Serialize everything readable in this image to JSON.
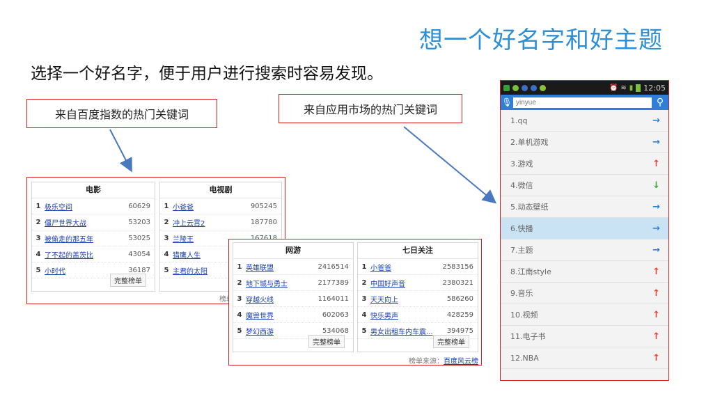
{
  "slide": {
    "title": "想一个好名字和好主题",
    "subtitle": "选择一个好名字，便于用户进行搜索时容易发现。"
  },
  "callouts": {
    "baidu": "来自百度指数的热门关键词",
    "market": "来自应用市场的热门关键词"
  },
  "colors": {
    "accent": "#2e8fd6",
    "frame": "#d02020",
    "up": "#e8432f",
    "down": "#39a832",
    "right": "#2f7fd8"
  },
  "panel1": {
    "movies": {
      "title": "电影",
      "rows": [
        {
          "rank": "1",
          "kw": "极乐空间",
          "val": "60629"
        },
        {
          "rank": "2",
          "kw": "僵尸世界大战",
          "val": "53203"
        },
        {
          "rank": "3",
          "kw": "被偷走的那五年",
          "val": "53025"
        },
        {
          "rank": "4",
          "kw": "了不起的盖茨比",
          "val": "43054"
        },
        {
          "rank": "5",
          "kw": "小时代",
          "val": "36187"
        }
      ],
      "full_label": "完整榜单"
    },
    "tv": {
      "title": "电视剧",
      "rows": [
        {
          "rank": "1",
          "kw": "小爸爸",
          "val": "905245"
        },
        {
          "rank": "2",
          "kw": "冲上云霄2",
          "val": "187780"
        },
        {
          "rank": "3",
          "kw": "兰陵王",
          "val": "167618"
        },
        {
          "rank": "4",
          "kw": "猎鹰人生",
          "val": ""
        },
        {
          "rank": "5",
          "kw": "主君的太阳",
          "val": ""
        }
      ],
      "source_partial": "榜单"
    }
  },
  "panel2": {
    "games": {
      "title": "网游",
      "rows": [
        {
          "rank": "1",
          "kw": "英雄联盟",
          "val": "2416514"
        },
        {
          "rank": "2",
          "kw": "地下城与勇士",
          "val": "2177389"
        },
        {
          "rank": "3",
          "kw": "穿越火线",
          "val": "1164011"
        },
        {
          "rank": "4",
          "kw": "魔兽世界",
          "val": "602063"
        },
        {
          "rank": "5",
          "kw": "梦幻西游",
          "val": "534068"
        }
      ],
      "full_label": "完整榜单"
    },
    "week": {
      "title": "七日关注",
      "rows": [
        {
          "rank": "1",
          "kw": "小爸爸",
          "val": "2583156"
        },
        {
          "rank": "2",
          "kw": "中国好声音",
          "val": "2380321"
        },
        {
          "rank": "3",
          "kw": "天天向上",
          "val": "586260"
        },
        {
          "rank": "4",
          "kw": "快乐男声",
          "val": "428259"
        },
        {
          "rank": "5",
          "kw": "男女出租车内车震...",
          "val": "394975"
        }
      ],
      "full_label": "完整榜单"
    },
    "source_label": "榜单来源：",
    "source_link": "百度风云榜"
  },
  "phone": {
    "time": "12:05",
    "search_placeholder": "yinyue",
    "suggestions": [
      {
        "label": "1.qq",
        "trend": "→",
        "trend_icon": "arrow-right-icon",
        "color": "#2f7fd8"
      },
      {
        "label": "2.单机游戏",
        "trend": "→",
        "trend_icon": "arrow-right-icon",
        "color": "#2f7fd8"
      },
      {
        "label": "3.游戏",
        "trend": "↑",
        "trend_icon": "arrow-up-icon",
        "color": "#e8432f"
      },
      {
        "label": "4.微信",
        "trend": "↓",
        "trend_icon": "arrow-down-icon",
        "color": "#39a832"
      },
      {
        "label": "5.动态壁纸",
        "trend": "→",
        "trend_icon": "arrow-right-icon",
        "color": "#2f7fd8"
      },
      {
        "label": "6.快播",
        "trend": "→",
        "trend_icon": "arrow-right-icon",
        "color": "#2f7fd8",
        "selected": true
      },
      {
        "label": "7.主题",
        "trend": "→",
        "trend_icon": "arrow-right-icon",
        "color": "#2f7fd8"
      },
      {
        "label": "8.江南style",
        "trend": "↑",
        "trend_icon": "arrow-up-icon",
        "color": "#e8432f"
      },
      {
        "label": "9.音乐",
        "trend": "↑",
        "trend_icon": "arrow-up-icon",
        "color": "#e8432f"
      },
      {
        "label": "10.视频",
        "trend": "↑",
        "trend_icon": "arrow-up-icon",
        "color": "#e8432f"
      },
      {
        "label": "11.电子书",
        "trend": "↑",
        "trend_icon": "arrow-up-icon",
        "color": "#e8432f"
      },
      {
        "label": "12.NBA",
        "trend": "↑",
        "trend_icon": "arrow-up-icon",
        "color": "#e8432f"
      }
    ]
  }
}
